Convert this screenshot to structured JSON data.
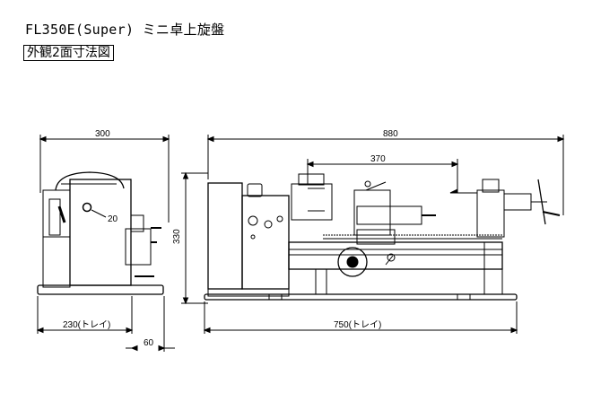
{
  "header": {
    "title": "FL350E(Super) ミニ卓上旋盤",
    "subtitle": "外観2面寸法図"
  },
  "dimensions": {
    "side_width": "300",
    "total_length": "880",
    "bed_span": "370",
    "height": "330",
    "knob_dia": "20",
    "side_tray": "230(トレイ)",
    "side_offset": "60",
    "front_tray": "750(トレイ)"
  }
}
